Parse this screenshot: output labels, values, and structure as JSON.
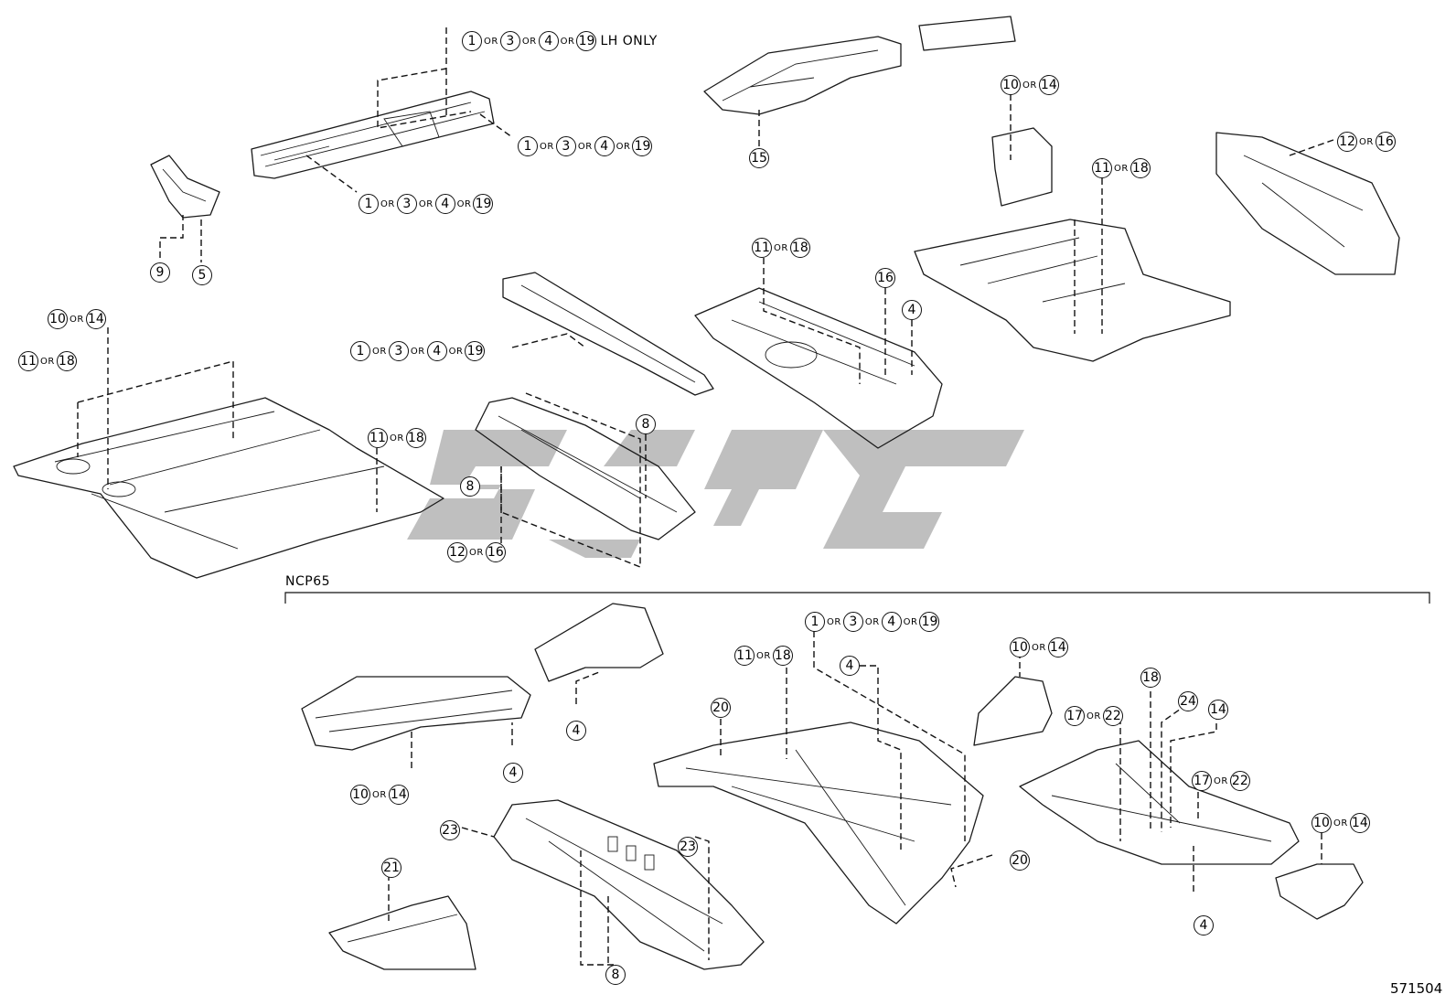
{
  "group_label": "NCP65",
  "diagram_code": "571504",
  "or_text": "OR",
  "callouts": [
    {
      "nums": [
        "1",
        "3",
        "4",
        "19"
      ],
      "suffix": "LH ONLY"
    },
    {
      "nums": [
        "1",
        "3",
        "4",
        "19"
      ]
    },
    {
      "nums": [
        "1",
        "3",
        "4",
        "19"
      ]
    },
    {
      "nums": [
        "15"
      ]
    },
    {
      "nums": [
        "10",
        "14"
      ]
    },
    {
      "nums": [
        "12",
        "16"
      ]
    },
    {
      "nums": [
        "11",
        "18"
      ]
    },
    {
      "nums": [
        "9"
      ]
    },
    {
      "nums": [
        "5"
      ]
    },
    {
      "nums": [
        "10",
        "14"
      ]
    },
    {
      "nums": [
        "11",
        "18"
      ]
    },
    {
      "nums": [
        "1",
        "3",
        "4",
        "19"
      ]
    },
    {
      "nums": [
        "11",
        "18"
      ]
    },
    {
      "nums": [
        "16"
      ]
    },
    {
      "nums": [
        "4"
      ]
    },
    {
      "nums": [
        "11",
        "18"
      ]
    },
    {
      "nums": [
        "8"
      ]
    },
    {
      "nums": [
        "8"
      ]
    },
    {
      "nums": [
        "12",
        "16"
      ]
    },
    {
      "nums": [
        "1",
        "3",
        "4",
        "19"
      ]
    },
    {
      "nums": [
        "11",
        "18"
      ]
    },
    {
      "nums": [
        "4"
      ]
    },
    {
      "nums": [
        "10",
        "14"
      ]
    },
    {
      "nums": [
        "20"
      ]
    },
    {
      "nums": [
        "4"
      ]
    },
    {
      "nums": [
        "4"
      ]
    },
    {
      "nums": [
        "10",
        "14"
      ]
    },
    {
      "nums": [
        "18"
      ]
    },
    {
      "nums": [
        "24"
      ]
    },
    {
      "nums": [
        "14"
      ]
    },
    {
      "nums": [
        "17",
        "22"
      ]
    },
    {
      "nums": [
        "17",
        "22"
      ]
    },
    {
      "nums": [
        "10",
        "14"
      ]
    },
    {
      "nums": [
        "23"
      ]
    },
    {
      "nums": [
        "23"
      ]
    },
    {
      "nums": [
        "20"
      ]
    },
    {
      "nums": [
        "21"
      ]
    },
    {
      "nums": [
        "8"
      ]
    },
    {
      "nums": [
        "4"
      ]
    }
  ]
}
